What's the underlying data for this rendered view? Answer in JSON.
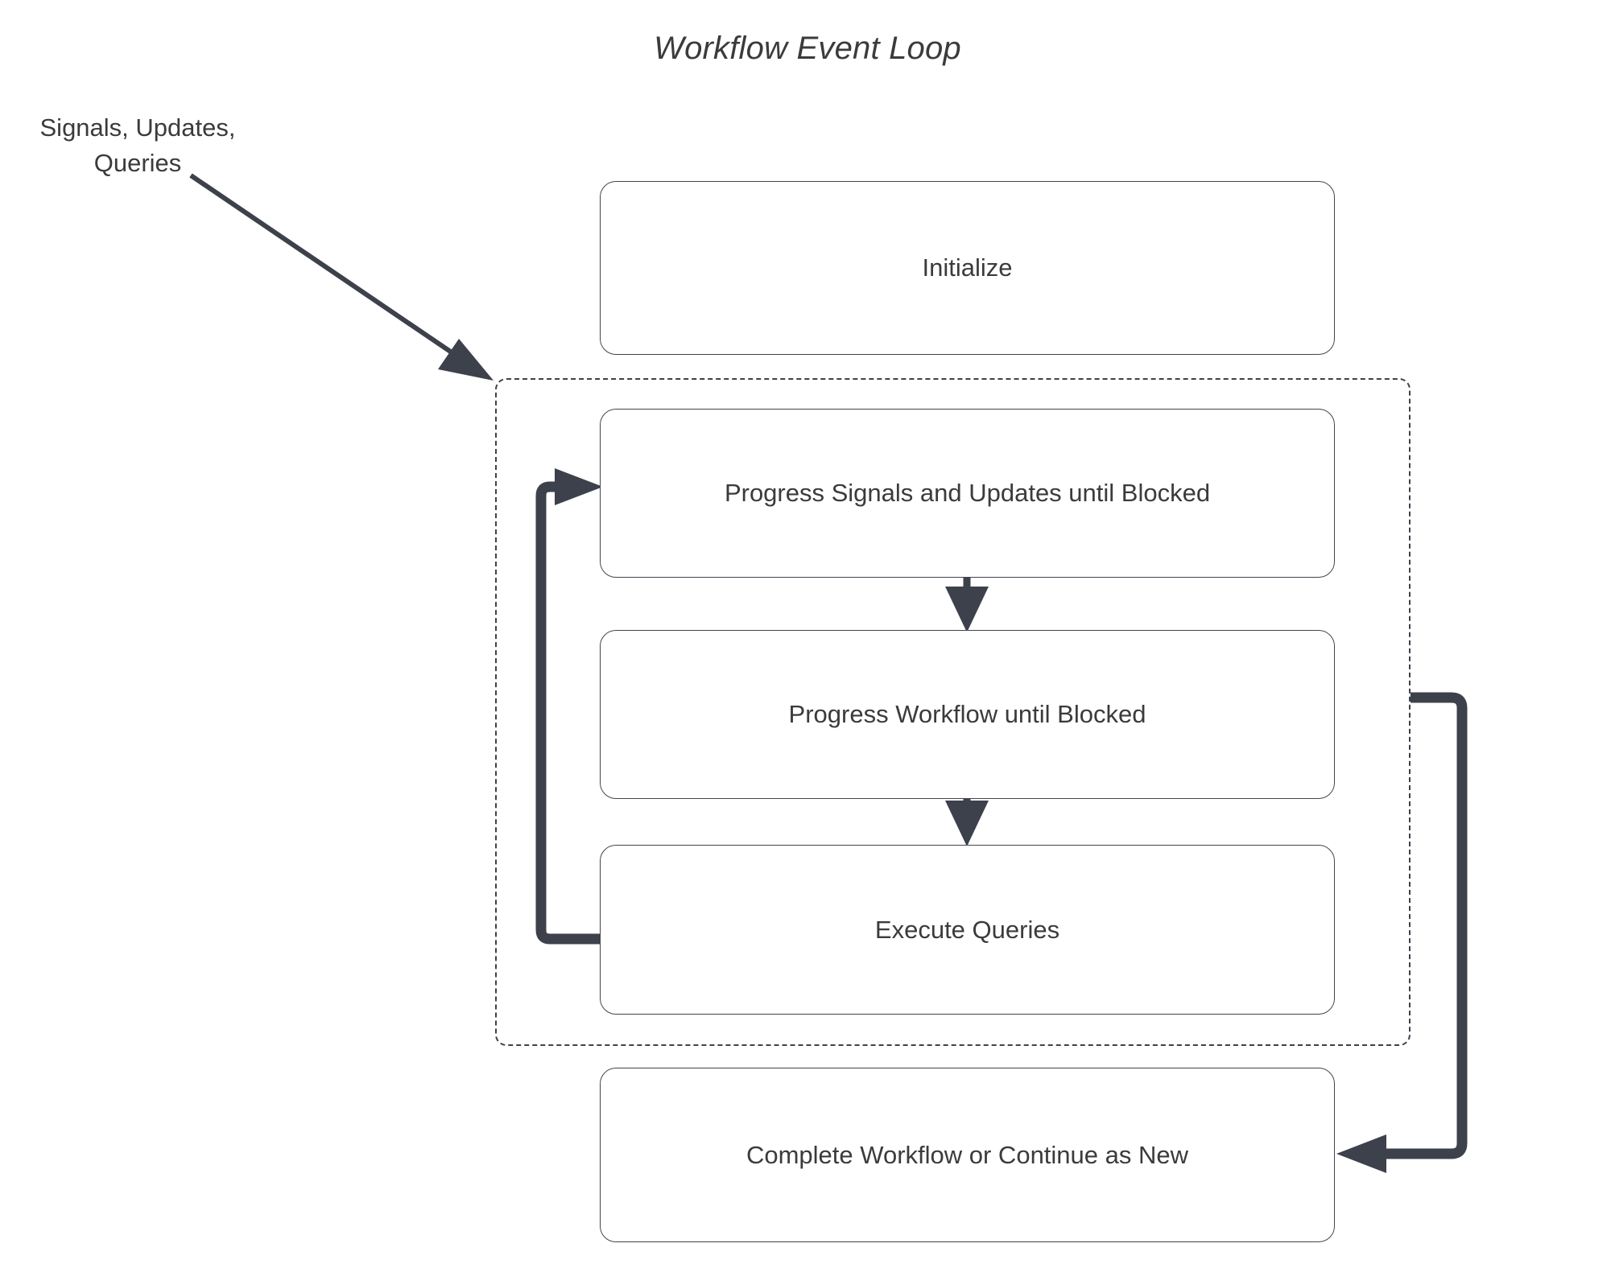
{
  "diagram": {
    "title": "Workflow Event Loop",
    "type": "flowchart",
    "colors": {
      "background": "#ffffff",
      "node_border": "#40454f",
      "node_fill": "#ffffff",
      "text": "#3b3b3b",
      "edge": "#3c414b",
      "group_border": "#3c414b"
    },
    "external_input_label": "Signals, Updates,\nQueries",
    "group": {
      "name": "event-loop",
      "style": "dashed",
      "contains": [
        "progress-signals",
        "progress-workflow",
        "execute-queries"
      ]
    },
    "nodes": [
      {
        "id": "initialize",
        "label": "Initialize"
      },
      {
        "id": "progress-signals",
        "label": "Progress Signals and Updates until Blocked"
      },
      {
        "id": "progress-workflow",
        "label": "Progress Workflow until Blocked"
      },
      {
        "id": "execute-queries",
        "label": "Execute Queries"
      },
      {
        "id": "complete",
        "label": "Complete Workflow or Continue as New"
      }
    ],
    "edges": [
      {
        "from": "external-input",
        "to": "event-loop-group",
        "style": "thin-arrow"
      },
      {
        "from": "progress-signals",
        "to": "progress-workflow",
        "style": "arrow-down"
      },
      {
        "from": "progress-workflow",
        "to": "execute-queries",
        "style": "arrow-down"
      },
      {
        "from": "execute-queries",
        "to": "progress-signals",
        "style": "thick-loop-left"
      },
      {
        "from": "event-loop-group",
        "to": "complete",
        "style": "thick-loop-right"
      }
    ]
  }
}
